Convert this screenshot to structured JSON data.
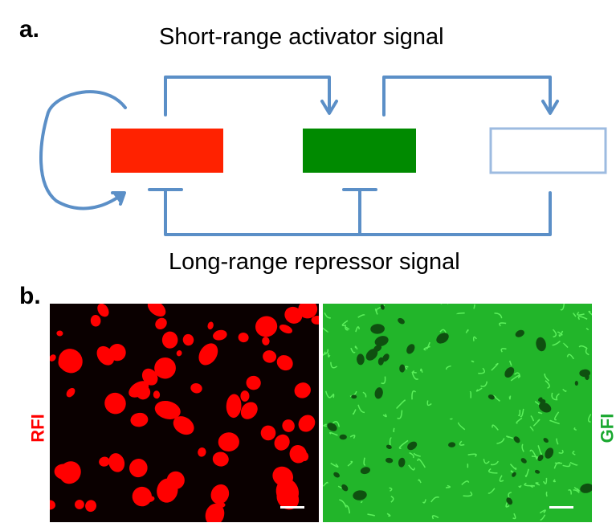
{
  "panel_a": {
    "label": "a.",
    "top_signal": "Short-range activator signal",
    "bottom_signal": "Long-range repressor signal",
    "boxes": [
      {
        "name": "red-cell",
        "color": "#ff2200"
      },
      {
        "name": "green-cell",
        "color": "#008a00"
      },
      {
        "name": "white-cell",
        "color": "#ffffff"
      }
    ],
    "line_color": "#5b8fc7"
  },
  "panel_b": {
    "label": "b.",
    "left_channel": "RFI",
    "right_channel": "GFI",
    "left_color": "#ff0000",
    "right_color": "#1aa830"
  }
}
